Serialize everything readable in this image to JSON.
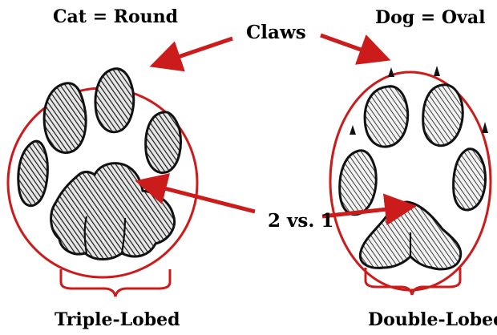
{
  "labels": {
    "cat_title": "Cat = Round",
    "dog_title": "Dog = Oval",
    "claws": "Claws",
    "ratio": "2 vs. 1",
    "cat_bottom": "Triple-Lobed",
    "dog_bottom": "Double-Lobed"
  },
  "colors": {
    "outline_red": "#cc1b1b",
    "ink": "#111111",
    "hatch_fill": "#6e6e6e"
  }
}
